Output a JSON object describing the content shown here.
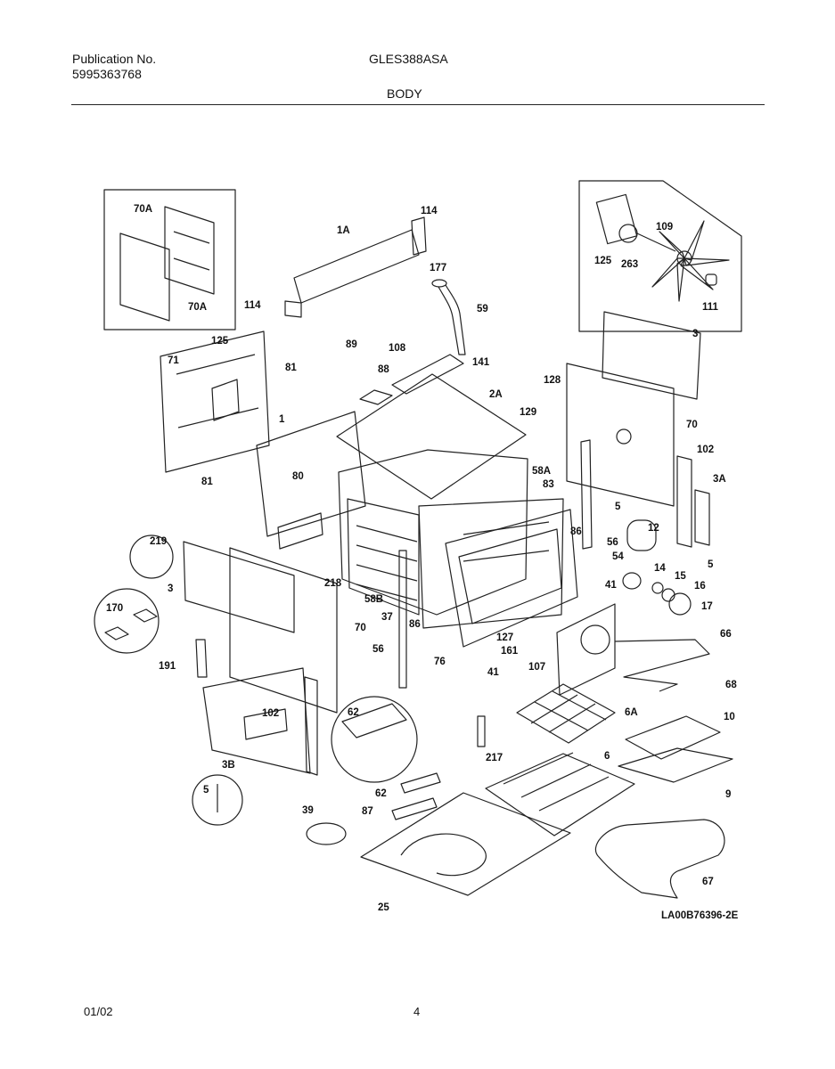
{
  "header": {
    "publication_label": "Publication No.",
    "publication_number": "5995363768",
    "model": "GLES388ASA",
    "section": "BODY"
  },
  "diagram": {
    "code": "LA00B76396-2E",
    "part_labels": [
      "70A",
      "70A",
      "114",
      "1A",
      "114",
      "177",
      "59",
      "125",
      "109",
      "263",
      "125",
      "111",
      "71",
      "89",
      "108",
      "141",
      "3",
      "81",
      "88",
      "128",
      "2A",
      "129",
      "1",
      "70",
      "102",
      "81",
      "80",
      "58A",
      "83",
      "3A",
      "5",
      "86",
      "56",
      "12",
      "219",
      "5",
      "54",
      "14",
      "15",
      "16",
      "218",
      "41",
      "17",
      "3",
      "58B",
      "170",
      "37",
      "86",
      "127",
      "161",
      "66",
      "70",
      "56",
      "76",
      "41",
      "107",
      "191",
      "68",
      "6A",
      "62",
      "102",
      "10",
      "217",
      "6",
      "3B",
      "5",
      "9",
      "62",
      "87",
      "39",
      "67",
      "25"
    ]
  },
  "footer": {
    "date": "01/02",
    "page": "4"
  }
}
